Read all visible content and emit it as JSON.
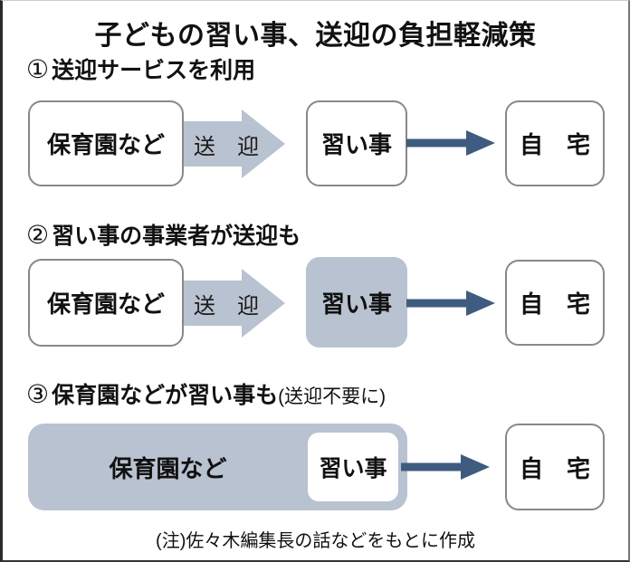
{
  "title": "子どもの習い事、送迎の負担軽減策",
  "note": "(注)佐々木編集長の話などをもとに作成",
  "colors": {
    "shaded_fill": "#b9c2d0",
    "dark_arrow": "#3f5c80",
    "box_border": "#888888",
    "text": "#111111"
  },
  "sections": [
    {
      "number": "①",
      "heading": "送迎サービスを利用",
      "heading_suffix": "",
      "transfer_label": "送　迎",
      "boxes": {
        "start": "保育園など",
        "middle": "習い事",
        "end": "自　宅"
      }
    },
    {
      "number": "②",
      "heading": "習い事の事業者が送迎も",
      "heading_suffix": "",
      "transfer_label": "送　迎",
      "boxes": {
        "start": "保育園など",
        "middle": "習い事",
        "end": "自　宅"
      }
    },
    {
      "number": "③",
      "heading": "保育園などが習い事も",
      "heading_suffix": "(送迎不要に)",
      "transfer_label": "",
      "boxes": {
        "start": "保育園など",
        "middle": "習い事",
        "end": "自　宅"
      }
    }
  ]
}
